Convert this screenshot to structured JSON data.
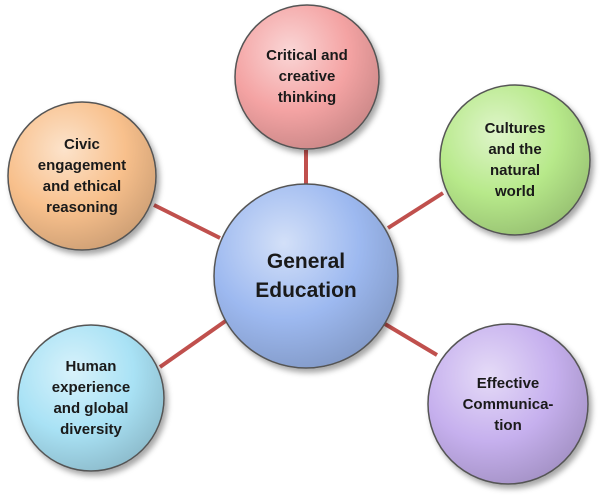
{
  "diagram": {
    "center": {
      "label_lines": [
        "General",
        "Education"
      ],
      "color": "#9db9f0"
    },
    "satellites": [
      {
        "id": "critical",
        "label_lines": [
          "Critical and",
          "creative",
          "thinking"
        ],
        "color": "#f4a3a3"
      },
      {
        "id": "cultures",
        "label_lines": [
          "Cultures",
          "and the",
          "natural",
          "world"
        ],
        "color": "#b7e98a"
      },
      {
        "id": "communication",
        "label_lines": [
          "Effective",
          "Communica-",
          "tion"
        ],
        "color": "#c6b0ee"
      },
      {
        "id": "human",
        "label_lines": [
          "Human",
          "experience",
          "and global",
          "diversity"
        ],
        "color": "#a9e2f5"
      },
      {
        "id": "civic",
        "label_lines": [
          "Civic",
          "engagement",
          "and ethical",
          "reasoning"
        ],
        "color": "#f8c08c"
      }
    ],
    "connector_color": "#c0504d"
  }
}
